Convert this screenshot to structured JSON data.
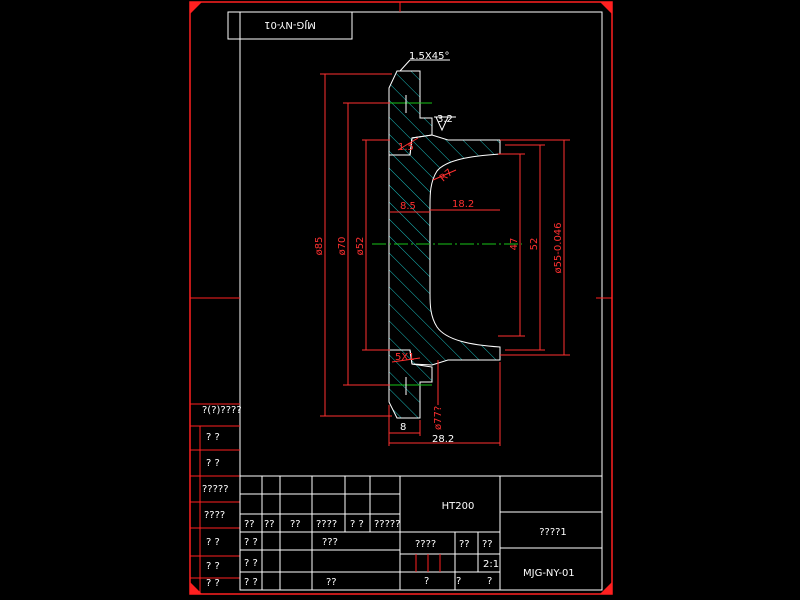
{
  "drawing": {
    "code_flipped": "MJG-NY-01",
    "code": "MJG-NY-01",
    "material": "HT200",
    "part_name": "????1",
    "scale": "2:1"
  },
  "dimensions": {
    "chamfer": "1.5X45°",
    "roughness": "3.2",
    "d85": "ø85",
    "d70": "ø70",
    "d52": "ø52",
    "d55": "ø55-0.046",
    "v15": "1.5",
    "r7": "R7",
    "v85": "8.5",
    "v182": "18.2",
    "v47": "47",
    "v52": "52",
    "groove": "5X1",
    "d77": "ø77?",
    "v8": "8",
    "v282": "28.2"
  },
  "left_column": [
    "?(?)????",
    "?  ?",
    "?  ?",
    "?????",
    "????",
    "?  ?",
    "?  ?",
    "?  ?"
  ],
  "title_block": {
    "labels_row": [
      "??",
      "??",
      "??",
      "????",
      "?  ?",
      "?????"
    ],
    "row2": [
      "?  ?",
      "???"
    ],
    "row3": [
      "?  ?"
    ],
    "row4": [
      "?  ?",
      "??"
    ],
    "sub_labels": [
      "????",
      "??",
      "??"
    ],
    "bottom_cells": [
      "?",
      "?",
      "?"
    ]
  }
}
